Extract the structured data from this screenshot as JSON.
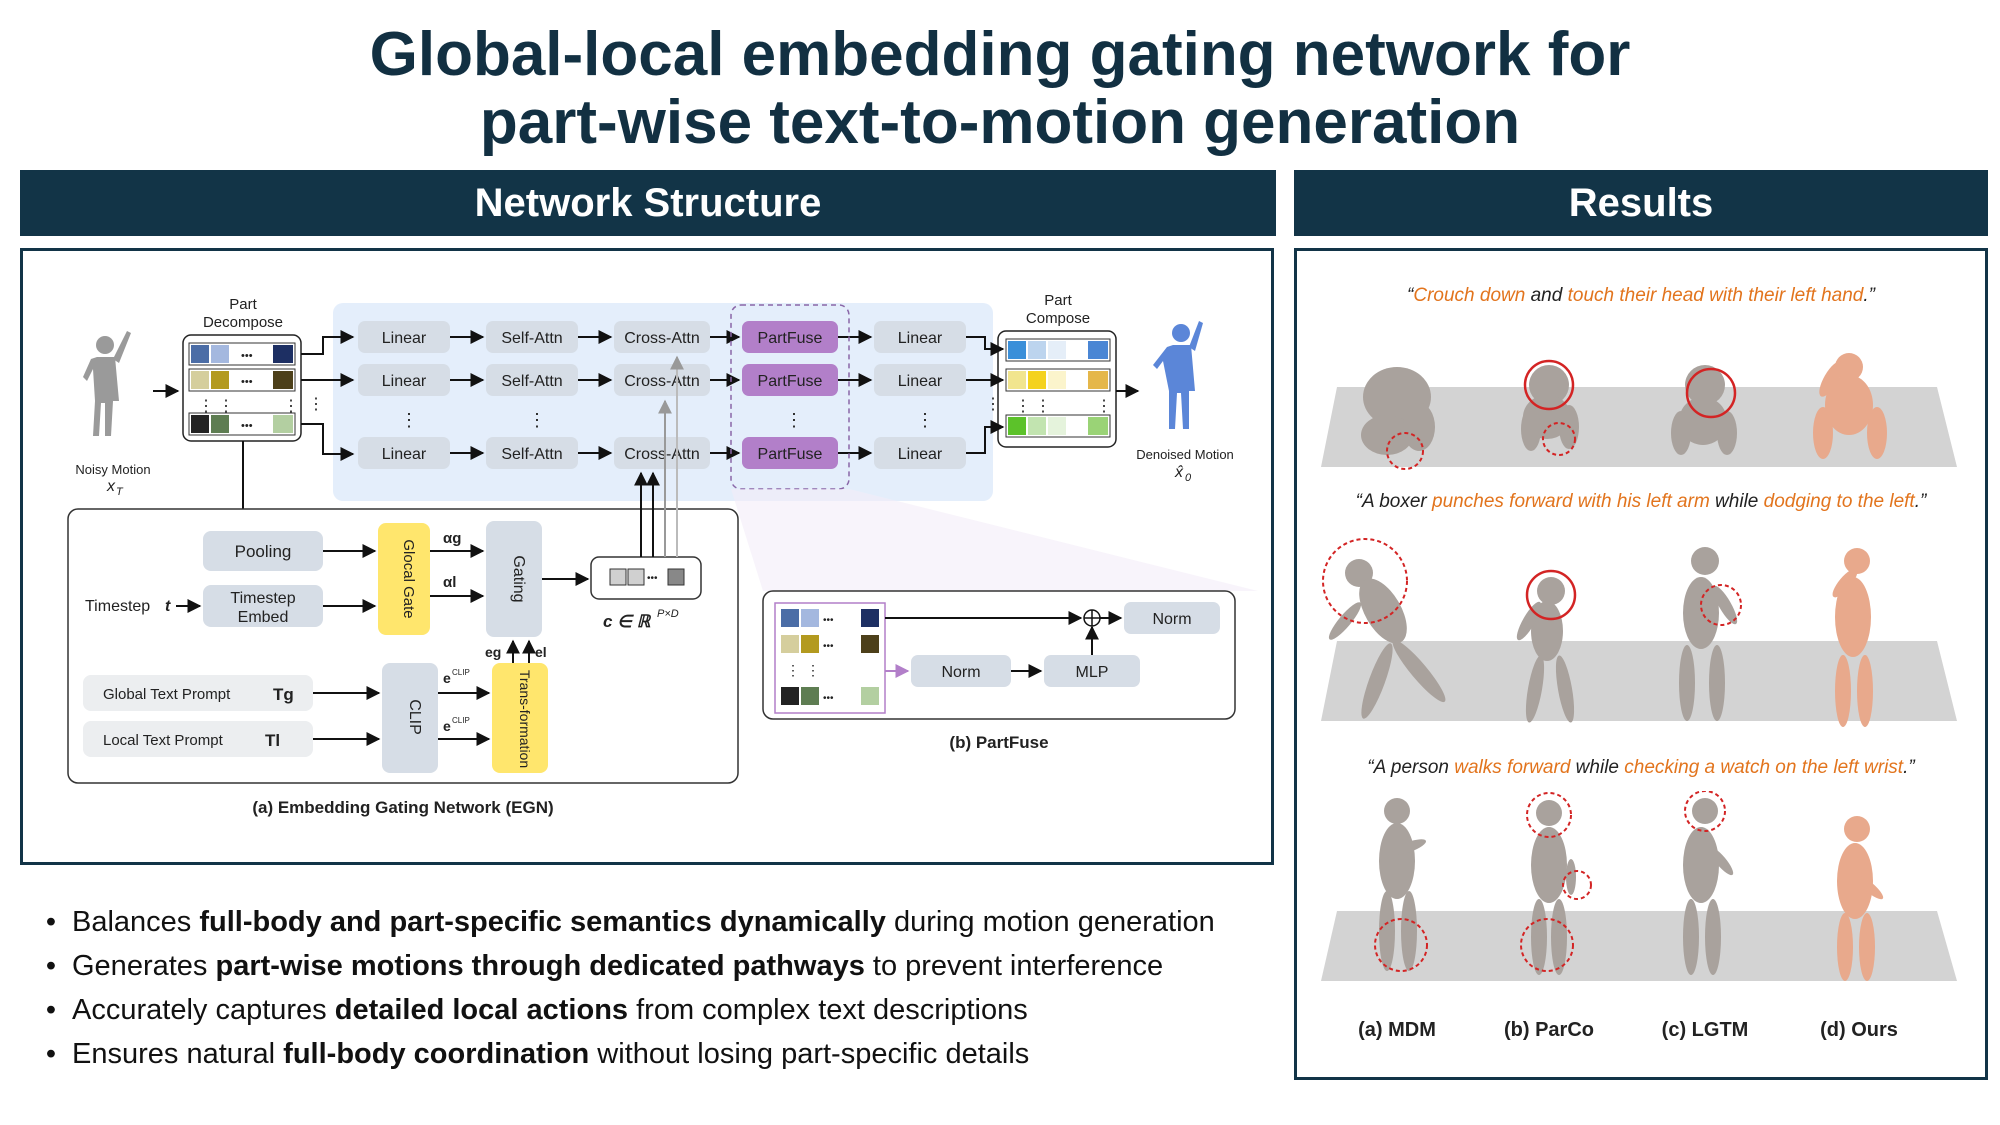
{
  "title": {
    "line1": "Global-local embedding gating network for",
    "line2": "part-wise text-to-motion generation"
  },
  "sections": {
    "network": "Network Structure",
    "results": "Results"
  },
  "diagram": {
    "part_decompose": [
      "Part",
      "Decompose"
    ],
    "part_compose": [
      "Part",
      "Compose"
    ],
    "noisy_motion": "Noisy Motion",
    "noisy_symbol": "x",
    "noisy_sub": "T",
    "denoised_motion": "Denoised Motion",
    "denoised_symbol": "x̂",
    "denoised_sub": "0",
    "linear": "Linear",
    "self_attn": "Self-Attn",
    "cross_attn": "Cross-Attn",
    "partfuse": "PartFuse",
    "vdots": "⋮",
    "dots": "•••",
    "pooling": "Pooling",
    "timestep_embed": [
      "Timestep",
      "Embed"
    ],
    "timestep": "Timestep",
    "timestep_var": "t",
    "glocal_gate": "Glocal Gate",
    "gating": "Gating",
    "alpha_g": "αg",
    "alpha_l": "αl",
    "e_g": "eg",
    "e_l": "el",
    "e_g_clip": "e",
    "clip_sup": "CLIP",
    "global_prompt": "Global Text Prompt",
    "global_prompt_sym": "Tg",
    "local_prompt": "Local Text Prompt",
    "local_prompt_sym": "Tl",
    "clip": "CLIP",
    "transformation": "Trans-formation",
    "c_formula": "c ∈ ℝ",
    "c_sup": "P×D",
    "norm": "Norm",
    "mlp": "MLP",
    "plus": "⊕",
    "caption_a": "(a) Embedding Gating Network (EGN)",
    "caption_b": "(b) PartFuse"
  },
  "results": {
    "prompts": [
      {
        "segments": [
          {
            "text": "“",
            "hl": false
          },
          {
            "text": "Crouch down",
            "hl": true
          },
          {
            "text": " and ",
            "hl": false
          },
          {
            "text": "touch their head with their left hand",
            "hl": true
          },
          {
            "text": ".”",
            "hl": false
          }
        ]
      },
      {
        "segments": [
          {
            "text": "“A boxer ",
            "hl": false
          },
          {
            "text": "punches forward with his left arm",
            "hl": true
          },
          {
            "text": " while ",
            "hl": false
          },
          {
            "text": "dodging to the left",
            "hl": true
          },
          {
            "text": ".”",
            "hl": false
          }
        ]
      },
      {
        "segments": [
          {
            "text": "“A person ",
            "hl": false
          },
          {
            "text": "walks forward",
            "hl": true
          },
          {
            "text": " while ",
            "hl": false
          },
          {
            "text": "checking a watch on the left wrist",
            "hl": true
          },
          {
            "text": ".”",
            "hl": false
          }
        ]
      }
    ],
    "methods": [
      "(a) MDM",
      "(b) ParCo",
      "(c) LGTM",
      "(d) Ours"
    ]
  },
  "bullets": [
    {
      "pre": "Balances ",
      "bold": "full-body and part-specific semantics dynamically",
      "post": " during motion generation"
    },
    {
      "pre": "Generates ",
      "bold": "part-wise motions through dedicated pathways",
      "post": " to prevent interference"
    },
    {
      "pre": "Accurately captures ",
      "bold": "detailed local actions",
      "post": " from complex text descriptions"
    },
    {
      "pre": "Ensures natural ",
      "bold": "full-body coordination",
      "post": " without losing part-specific details"
    }
  ],
  "colors": {
    "navy": "#123447",
    "highlight": "#e2741d",
    "partfuse": "#b27fc9",
    "yellow": "#ffe66d",
    "grey_box": "#dbe0e6",
    "blue_bg": "#e4eefb",
    "figure_grey": "#a9a29d",
    "figure_ours": "#e8a98c",
    "figure_blue": "#5b86d8"
  }
}
